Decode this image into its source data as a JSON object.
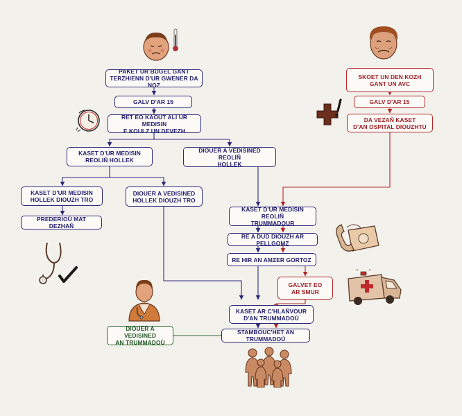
{
  "nodes": {
    "n1": "PAKET UR BUGEL GANT\nTERZHIENN D'UR GWENER DA NOZ",
    "n2": "GALV D'AR 15",
    "n3": "RET EO KAOUT ALI UR MEDISIN\nE KOULZ UN DEVEZH",
    "n4": "KASET D'UR MEDISIN\nREOLIÑ HOLLEK",
    "n5": "DIOUER A VEDISINED REOLIÑ\nHOLLEK",
    "n6": "KASET D'UR MEDISIN\nHOLLEK DIOUZH TRO",
    "n7": "DIOUER A VEDISINED\nHOLLEK DIOUZH TRO",
    "n8": "PREDERIOÙ MAT DEZHAÑ",
    "r1": "SKOET UN DEN KOZH\nGANT UN AVC",
    "r2": "GALV D'AR 15",
    "r3": "DA VEZAÑ KASET\nD'AN OSPITAL DIOUZHTU",
    "m1": "KASET D'UR MEDISIN REOLIÑ\nTRUMMADOUR",
    "m2": "RE A DUD DIOUZH AR PELLGOMZ",
    "m3": "RE HIR AN AMZER GORTOZ",
    "m4": "GALVET EO\nAR SMUR",
    "m5": "KASET AR C'HLAÑVOUR\nD'AN TRUMMADOÙ",
    "m6": "STAMBOUC'HET AN TRUMMADOÙ",
    "g1": "DIOUER A VEDISINED\nAN TRUMMADOÙ"
  },
  "colors": {
    "blue": "#2c2a7a",
    "red": "#b3262b",
    "green": "#2f6b32",
    "background": "#f3f1ec"
  },
  "icons": [
    "sick-child-icon",
    "elderly-face-icon",
    "clock-icon",
    "medical-cross-alert-icon",
    "stethoscope-check-icon",
    "telephone-icon",
    "doctor-icon",
    "ambulance-icon",
    "crowd-icon"
  ]
}
